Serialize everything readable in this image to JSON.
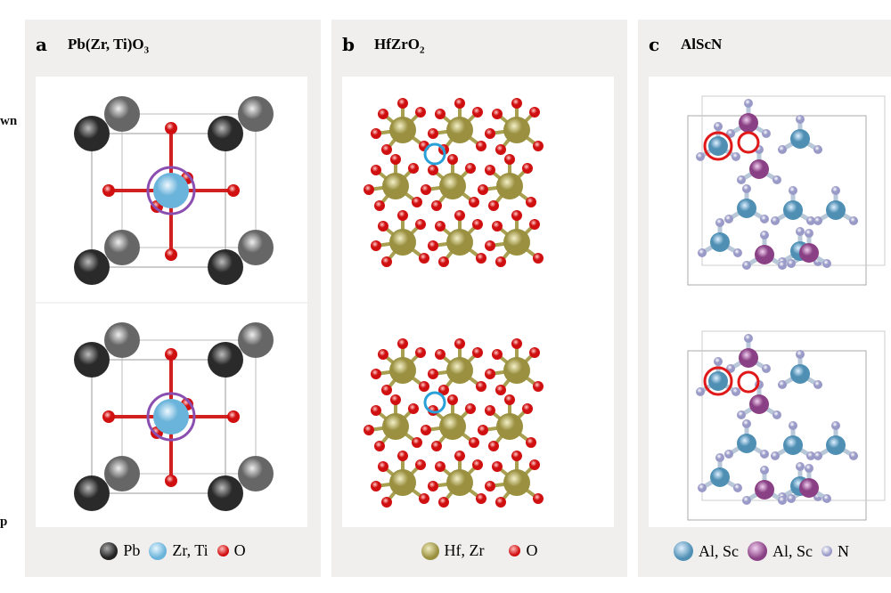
{
  "edge_text": {
    "top": "wn",
    "bottom": "p"
  },
  "panels": [
    {
      "label": "a",
      "title": "Pb(Zr, Ti)O",
      "title_sub": "3",
      "legend": [
        {
          "name": "Pb",
          "color": "#333333"
        },
        {
          "name": "Zr, Ti",
          "color": "#7ec3e6"
        },
        {
          "name": "O",
          "color": "#e02020"
        }
      ]
    },
    {
      "label": "b",
      "title": "HfZrO",
      "title_sub": "2",
      "legend": [
        {
          "name": "Hf, Zr",
          "color": "#a8a050"
        },
        {
          "name": "O",
          "color": "#e02020"
        }
      ]
    },
    {
      "label": "c",
      "title": "AlScN",
      "title_sub": "",
      "legend": [
        {
          "name": "Al, Sc",
          "color": "#5e9ec0"
        },
        {
          "name": "Al, Sc",
          "color": "#9a4e94"
        },
        {
          "name": "N",
          "color": "#b0b0d8"
        }
      ]
    }
  ],
  "colors": {
    "highlight_purple": "#8a4fb0",
    "highlight_blue": "#2aa0d8",
    "highlight_red": "#e01818"
  }
}
